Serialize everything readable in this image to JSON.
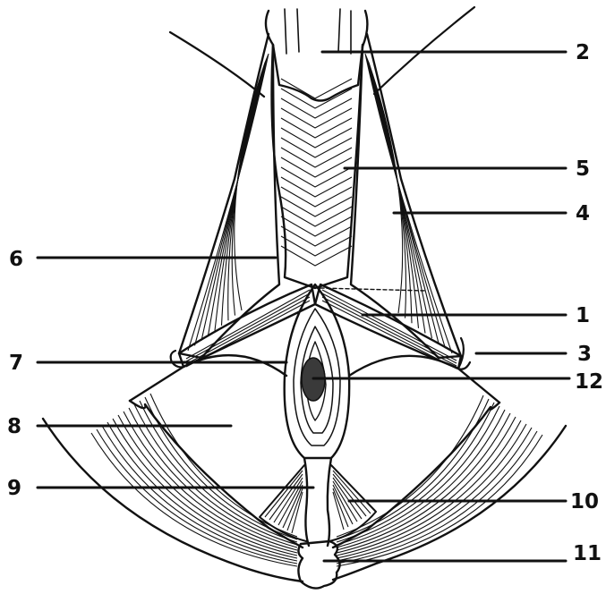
{
  "figure": {
    "labels": [
      {
        "id": "1",
        "text": "1"
      },
      {
        "id": "2",
        "text": "2"
      },
      {
        "id": "3",
        "text": "3"
      },
      {
        "id": "4",
        "text": "4"
      },
      {
        "id": "5",
        "text": "5"
      },
      {
        "id": "6",
        "text": "6"
      },
      {
        "id": "7",
        "text": "7"
      },
      {
        "id": "8",
        "text": "8"
      },
      {
        "id": "9",
        "text": "9"
      },
      {
        "id": "10",
        "text": "10"
      },
      {
        "id": "11",
        "text": "11"
      },
      {
        "id": "12",
        "text": "12"
      }
    ]
  },
  "colors": {
    "ink": "#111111",
    "paper": "#ffffff",
    "dark_fill": "#3a3a3a"
  }
}
